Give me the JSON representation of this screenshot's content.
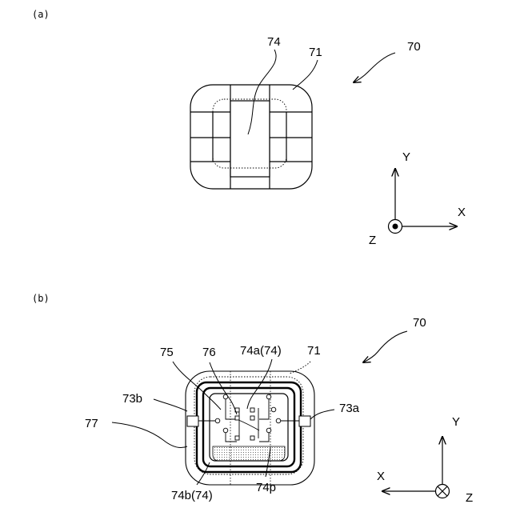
{
  "panel_a": {
    "panel_label": "(a)",
    "ref_device": "70",
    "ref_body": "71",
    "ref_element": "74",
    "axes": {
      "y": "Y",
      "x": "X",
      "z": "Z",
      "z_symbol": "out-of-page-dot"
    }
  },
  "panel_b": {
    "panel_label": "(b)",
    "ref_device": "70",
    "ref_body": "71",
    "ref_75": "75",
    "ref_76": "76",
    "ref_74a": "74a(74)",
    "ref_73a": "73a",
    "ref_73b": "73b",
    "ref_77": "77",
    "ref_74b": "74b(74)",
    "ref_74p": "74p",
    "axes": {
      "y": "Y",
      "x": "X",
      "z": "Z",
      "z_symbol": "into-page-cross"
    }
  }
}
